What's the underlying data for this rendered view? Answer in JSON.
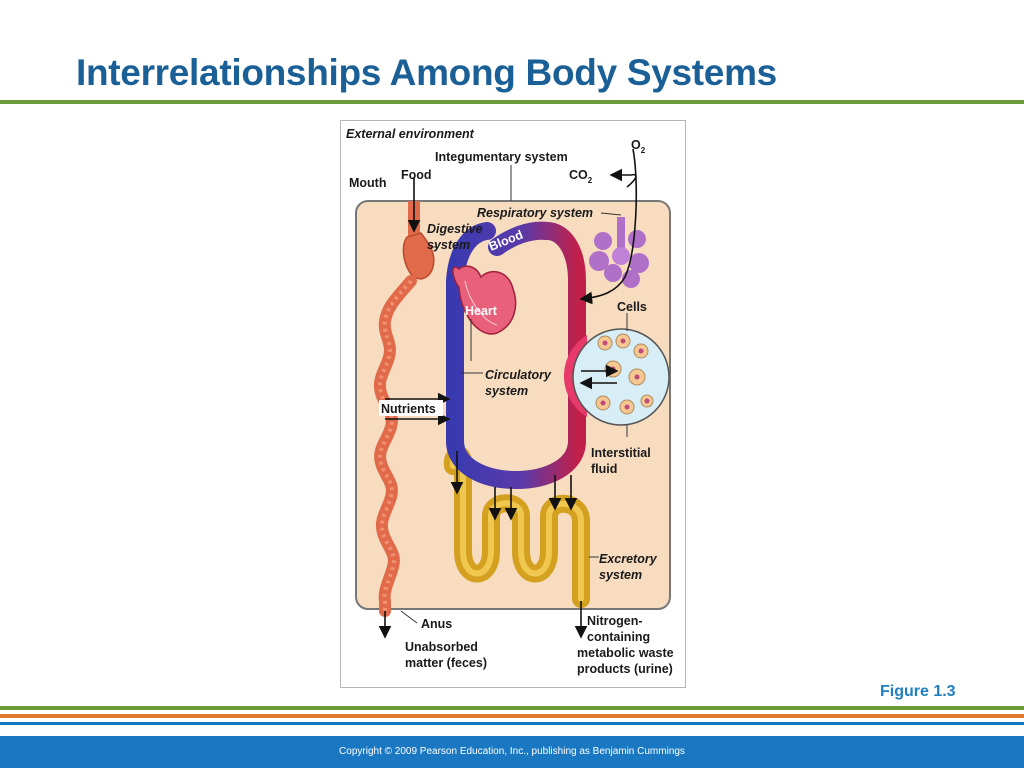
{
  "slide": {
    "title": "Interrelationships Among Body Systems",
    "figure_number": "Figure 1.3",
    "copyright": "Copyright © 2009 Pearson Education, Inc., publishing as Benjamin Cummings"
  },
  "colors": {
    "title": "#1a5f96",
    "accent_green": "#6a9a3a",
    "accent_orange": "#e07a2a",
    "accent_blue": "#1a78c2",
    "body_fill": "#f8dcc0",
    "blood_vessel": "#4a3fa0",
    "excretory": "#d4a020",
    "digestive": "#e06a4a",
    "respiratory": "#b070c8"
  },
  "diagram": {
    "external_environment": "External environment",
    "integumentary_system": "Integumentary system",
    "o2": "O",
    "o2_sub": "2",
    "co2": "CO",
    "co2_sub": "2",
    "mouth": "Mouth",
    "food": "Food",
    "respiratory_system": "Respiratory system",
    "digestive_system_line1": "Digestive",
    "digestive_system_line2": "system",
    "blood": "Blood",
    "heart": "Heart",
    "cells": "Cells",
    "circulatory_line1": "Circulatory",
    "circulatory_line2": "system",
    "nutrients": "Nutrients",
    "interstitial_line1": "Interstitial",
    "interstitial_line2": "fluid",
    "excretory_line1": "Excretory",
    "excretory_line2": "system",
    "anus": "Anus",
    "unabsorbed_line1": "Unabsorbed",
    "unabsorbed_line2": "matter (feces)",
    "nitrogen_line1": "Nitrogen-",
    "nitrogen_line2": "containing",
    "nitrogen_line3": "metabolic waste",
    "nitrogen_line4": "products (urine)"
  }
}
